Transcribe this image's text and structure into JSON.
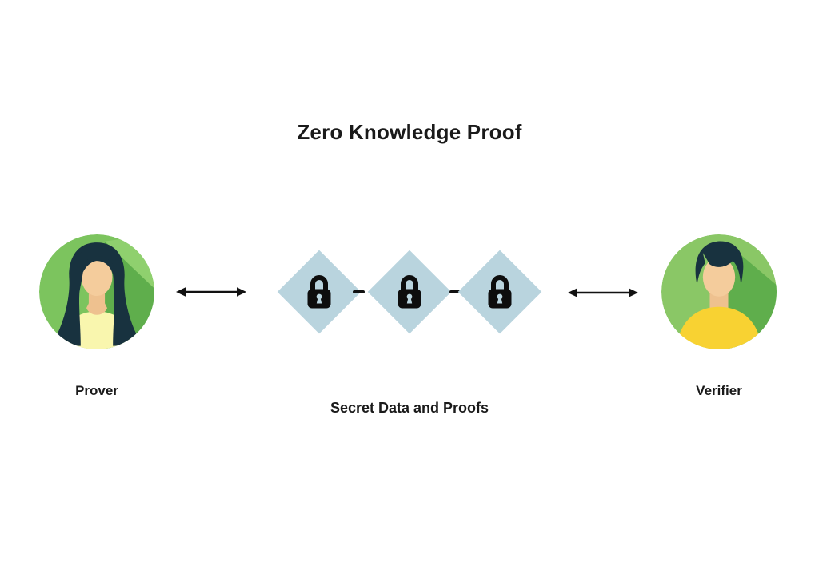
{
  "title": "Zero Knowledge Proof",
  "actors": {
    "prover": {
      "label": "Prover",
      "avatar_icon": "woman-avatar-icon"
    },
    "verifier": {
      "label": "Verifier",
      "avatar_icon": "man-avatar-icon"
    }
  },
  "chain": {
    "label": "Secret Data and Proofs",
    "lock_count": 3,
    "lock_icon": "lock-icon",
    "connector": "dash"
  },
  "icons": {
    "arrows": "double-headed-arrow-icon",
    "lock": "lock-icon"
  },
  "colors": {
    "background": "#ffffff",
    "text": "#1a1a1a",
    "diamond_blue": "#b9d4de",
    "lock_black": "#0d0d0d",
    "green_main": "#7cc45e",
    "green_main2": "#8ac766",
    "green_dark": "#5fae4c",
    "green_light": "#8fd06e",
    "hair_dark": "#18323f",
    "skin": "#f4cc9c",
    "skin_shade": "#eec18f",
    "dress_yellow": "#f9f6ae",
    "shirt_yellow": "#f8d232",
    "arrow_black": "#111111"
  }
}
